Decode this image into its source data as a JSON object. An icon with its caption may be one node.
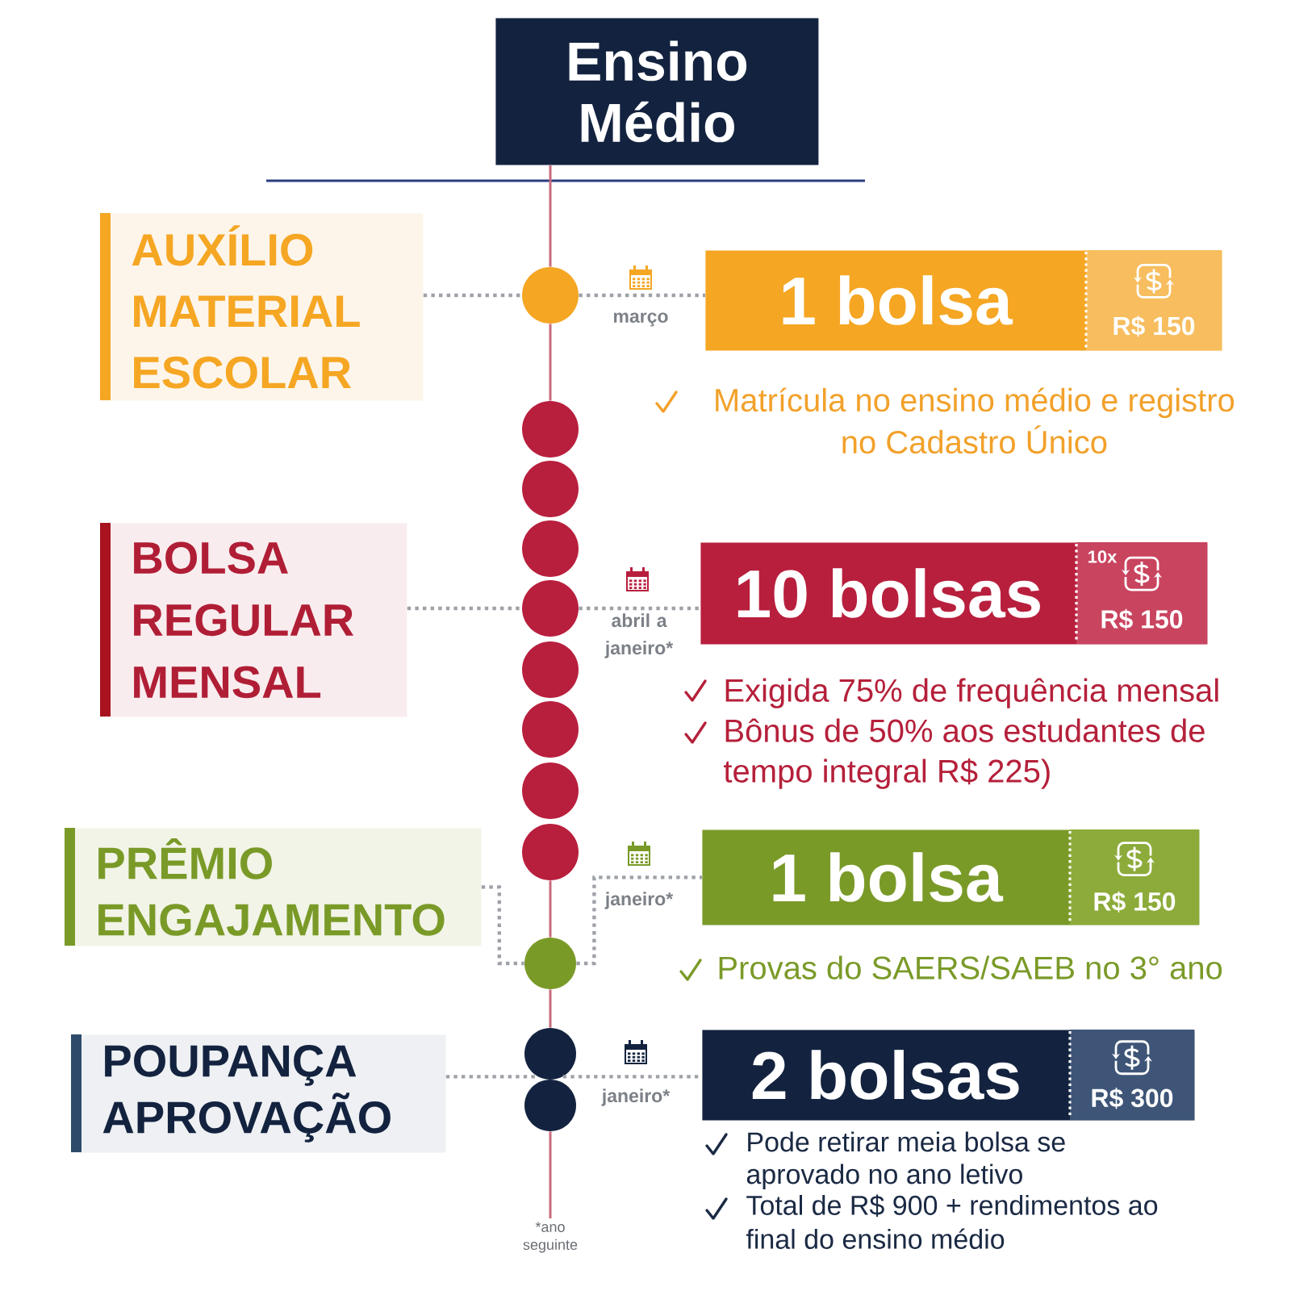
{
  "diagram": {
    "nodes": [
      {
        "text": [
          "Ensino Médio"
        ]
      },
      {
        "text": [
          "AUXÍLIO MATERIAL ESCOLAR"
        ]
      },
      {
        "text": [],
        "shape": "circle"
      },
      {
        "text": [
          "1 bolsa",
          "R$ 150"
        ],
        "beside": [
          "Matrícula no ensino médio e registro no Cadastro Único"
        ]
      },
      {
        "text": [
          "BOLSA REGULAR MENSAL"
        ]
      },
      {
        "text": [],
        "shape": "circle"
      },
      {
        "text": [],
        "shape": "circle"
      },
      {
        "text": [],
        "shape": "circle"
      },
      {
        "text": [],
        "shape": "circle"
      },
      {
        "text": [],
        "shape": "circle"
      },
      {
        "text": [],
        "shape": "circle"
      },
      {
        "text": [],
        "shape": "circle"
      },
      {
        "text": [],
        "shape": "circle"
      },
      {
        "text": [
          "10 bolsas",
          "10x",
          "R$ 150"
        ],
        "beside": [
          "Exigida 75% de frequência mensal",
          "Bônus de 50% aos estudantes de tempo integral R$ 225)"
        ]
      },
      {
        "text": [
          "PRÊMIO ENGAJAMENTO"
        ]
      },
      {
        "text": [],
        "shape": "circle"
      },
      {
        "text": [
          "1 bolsa",
          "R$ 150"
        ],
        "beside": [
          "Provas do SAERS/SAEB no 3° ano"
        ]
      },
      {
        "text": [
          "POUPANÇA APROVAÇÃO"
        ]
      },
      {
        "text": [],
        "shape": "circle"
      },
      {
        "text": [],
        "shape": "circle"
      },
      {
        "text": [
          "2 bolsas",
          "R$ 300"
        ],
        "beside": [
          "Pode retirar meia bolsa se aprovado no ano letivo",
          "Total de R$ 900 + rendimentos ao final do ensino médio"
        ]
      },
      {
        "text": [
          "*ano seguinte"
        ]
      }
    ],
    "edges": [
      {
        "from": 0,
        "to": 2,
        "arrow": "none",
        "color": "#c96b7d"
      },
      {
        "from": 1,
        "to": 2,
        "arrow": "none",
        "style": "dashed"
      },
      {
        "from": 2,
        "to": 3,
        "arrow": "none",
        "style": "dashed",
        "label": "março"
      },
      {
        "from": 2,
        "to": 5,
        "arrow": "none",
        "color": "#c96b7d"
      },
      {
        "from": 4,
        "to": 8,
        "arrow": "none",
        "style": "dashed"
      },
      {
        "from": 8,
        "to": 13,
        "arrow": "none",
        "style": "dashed",
        "label": "abril a janeiro*"
      },
      {
        "from": 12,
        "to": 15,
        "arrow": "none",
        "color": "#c96b7d"
      },
      {
        "from": 14,
        "to": 15,
        "arrow": "none",
        "style": "dashed"
      },
      {
        "from": 15,
        "to": 16,
        "arrow": "none",
        "style": "dashed",
        "label": "janeiro*"
      },
      {
        "from": 15,
        "to": 18,
        "arrow": "none",
        "color": "#c96b7d"
      },
      {
        "from": 17,
        "to": 18,
        "arrow": "none",
        "style": "dashed"
      },
      {
        "from": 18,
        "to": 20,
        "arrow": "none",
        "style": "dashed",
        "label": "janeiro*"
      },
      {
        "from": 19,
        "to": 21,
        "arrow": "none",
        "color": "#c96b7d"
      }
    ]
  }
}
